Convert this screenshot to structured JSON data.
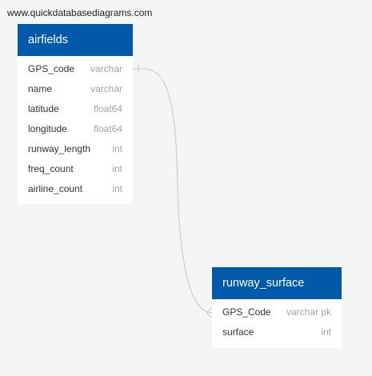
{
  "watermark": "www.quickdatabasediagrams.com",
  "tables": {
    "airfields": {
      "title": "airfields",
      "columns": [
        {
          "name": "GPS_code",
          "type": "varchar"
        },
        {
          "name": "name",
          "type": "varchar"
        },
        {
          "name": "latitude",
          "type": "float64"
        },
        {
          "name": "longitude",
          "type": "float64"
        },
        {
          "name": "runway_length",
          "type": "int"
        },
        {
          "name": "freq_count",
          "type": "int"
        },
        {
          "name": "airline_count",
          "type": "int"
        }
      ]
    },
    "runway_surface": {
      "title": "runway_surface",
      "columns": [
        {
          "name": "GPS_Code",
          "type": "varchar pk"
        },
        {
          "name": "surface",
          "type": "int"
        }
      ]
    }
  },
  "relationship": {
    "from": "airfields.GPS_code",
    "to": "runway_surface.GPS_Code",
    "from_end": "one",
    "to_end": "many"
  },
  "colors": {
    "header": "#005aa9",
    "background": "#f4f6f6",
    "connector": "#c8c8c8"
  }
}
